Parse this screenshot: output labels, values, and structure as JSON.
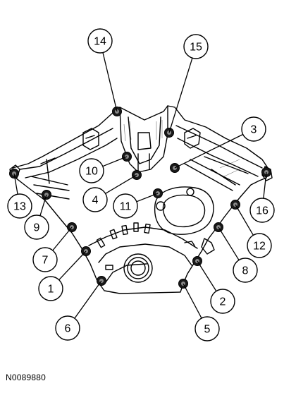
{
  "figure_id": "N0089880",
  "callouts": [
    {
      "label": "14"
    },
    {
      "label": "15"
    },
    {
      "label": "3"
    },
    {
      "label": "10"
    },
    {
      "label": "4"
    },
    {
      "label": "11"
    },
    {
      "label": "13"
    },
    {
      "label": "9"
    },
    {
      "label": "7"
    },
    {
      "label": "1"
    },
    {
      "label": "6"
    },
    {
      "label": "16"
    },
    {
      "label": "12"
    },
    {
      "label": "8"
    },
    {
      "label": "2"
    },
    {
      "label": "5"
    }
  ]
}
